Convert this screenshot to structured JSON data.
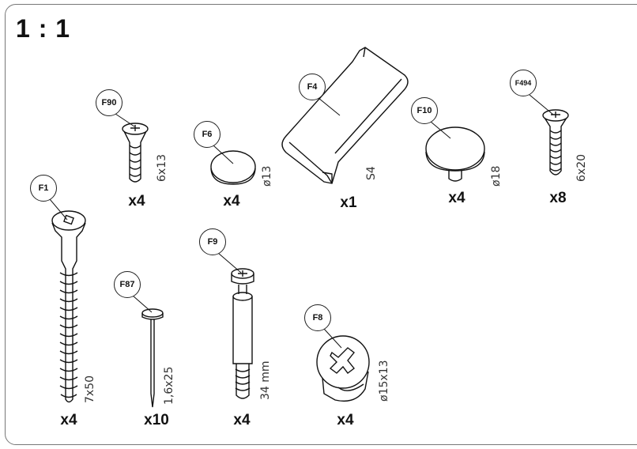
{
  "title": "1 : 1",
  "parts": [
    {
      "id": "F90",
      "size": "6x13",
      "count": "x4"
    },
    {
      "id": "F6",
      "size": "ø13",
      "count": "x4"
    },
    {
      "id": "F4",
      "size": "S4",
      "count": "x1"
    },
    {
      "id": "F10",
      "size": "ø18",
      "count": "x4"
    },
    {
      "id": "F494",
      "size": "6x20",
      "count": "x8"
    },
    {
      "id": "F1",
      "size": "7x50",
      "count": "x4"
    },
    {
      "id": "F87",
      "size": "1,6x25",
      "count": "x10"
    },
    {
      "id": "F9",
      "size": "34 mm",
      "count": "x4"
    },
    {
      "id": "F8",
      "size": "ø15x13",
      "count": "x4"
    }
  ]
}
